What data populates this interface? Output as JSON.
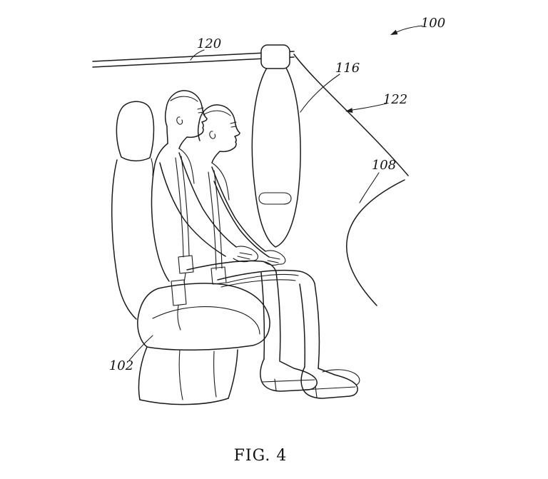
{
  "figure": {
    "caption": "FIG. 4",
    "labels": {
      "assembly": "100",
      "roof_rail": "120",
      "airbag": "116",
      "pillar_trim": "122",
      "instrument_panel": "108",
      "seat": "102"
    },
    "colors": {
      "line": "#1b1b1b",
      "background": "#ffffff"
    }
  }
}
